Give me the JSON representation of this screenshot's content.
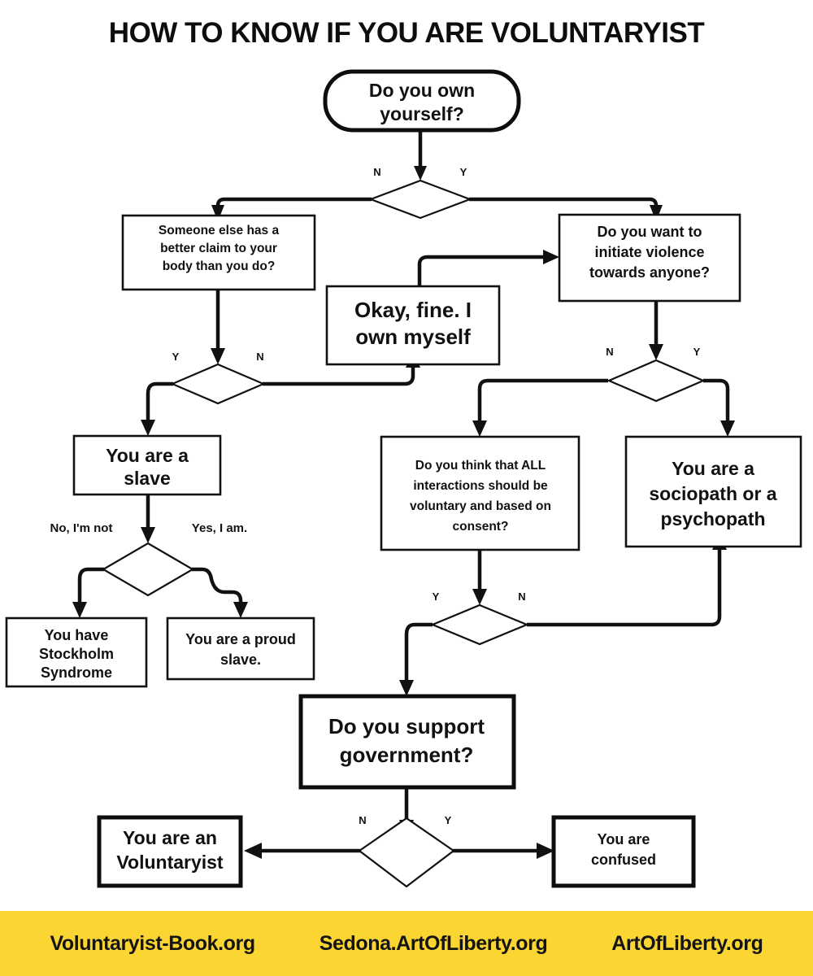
{
  "title": "HOW TO KNOW IF YOU ARE VOLUNTARYIST",
  "colors": {
    "footer_background": "#fbd633",
    "ink": "#111111",
    "page_background": "#ffffff"
  },
  "nodes": {
    "start": "Do you own yourself?",
    "better_claim": "Someone else has a better claim to your body than you do?",
    "okay_fine": "Okay, fine. I own myself",
    "initiate_violence": "Do you want to initiate violence towards anyone?",
    "you_are_slave": "You are a slave",
    "all_interactions": "Do you think that ALL interactions should be voluntary and based on consent?",
    "sociopath": "You are a sociopath or a psychopath",
    "stockholm": "You have Stockholm Syndrome",
    "proud_slave": "You are a proud slave.",
    "support_government": "Do you support government?",
    "voluntaryist": "You are an Voluntaryist",
    "confused": "You are confused"
  },
  "node_lines": {
    "start": [
      "Do you own",
      "yourself?"
    ],
    "better_claim": [
      "Someone else has a",
      "better claim to your",
      "body than you do?"
    ],
    "okay_fine": [
      "Okay, fine. I",
      "own myself"
    ],
    "initiate_violence": [
      "Do you want to",
      "initiate violence",
      "towards anyone?"
    ],
    "you_are_slave": [
      "You are a",
      "slave"
    ],
    "all_interactions": [
      "Do you think that ALL",
      "interactions should be",
      "voluntary and based on",
      "consent?"
    ],
    "sociopath": [
      "You are a",
      "sociopath or a",
      "psychopath"
    ],
    "stockholm": [
      "You have",
      "Stockholm",
      "Syndrome"
    ],
    "proud_slave": [
      "You are a proud",
      "slave."
    ],
    "support_government": [
      "Do you support",
      "government?"
    ],
    "voluntaryist": [
      "You are an",
      "Voluntaryist"
    ],
    "confused": [
      "You are",
      "confused"
    ]
  },
  "edge_labels": {
    "d1_no": "N",
    "d1_yes": "Y",
    "d2_yes": "Y",
    "d2_no": "N",
    "d3_no": "N",
    "d3_yes": "Y",
    "d4_no": "No, I'm not",
    "d4_yes": "Yes, I am.",
    "d5_yes": "Y",
    "d5_no": "N",
    "d6_no": "N",
    "d6_yes": "Y"
  },
  "footer": {
    "links": [
      "Voluntaryist-Book.org",
      "Sedona.ArtOfLiberty.org",
      "ArtOfLiberty.org"
    ]
  }
}
